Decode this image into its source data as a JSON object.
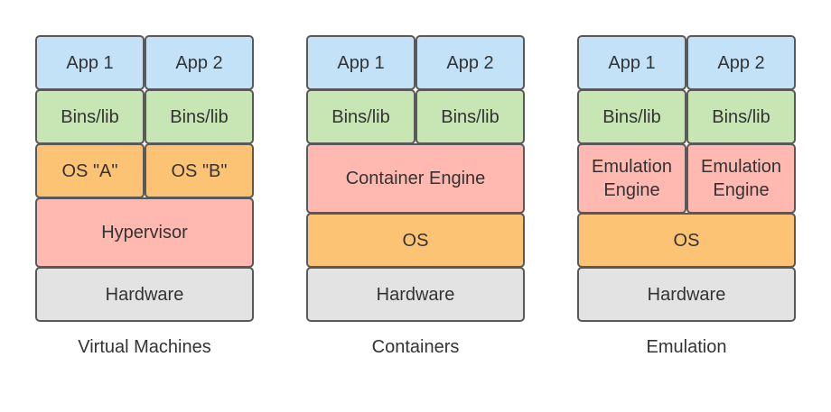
{
  "colors": {
    "app": "#c3e2f7",
    "bins": "#c8e6b4",
    "os": "#fdc374",
    "engine": "#ffb9b1",
    "hardware": "#e3e3e3",
    "border": "#595959",
    "text": "#333333"
  },
  "vm": {
    "caption": "Virtual Machines",
    "app1": "App 1",
    "app2": "App 2",
    "bins1": "Bins/lib",
    "bins2": "Bins/lib",
    "os_a": "OS \"A\"",
    "os_b": "OS \"B\"",
    "hypervisor": "Hypervisor",
    "hardware": "Hardware"
  },
  "containers": {
    "caption": "Containers",
    "app1": "App 1",
    "app2": "App 2",
    "bins1": "Bins/lib",
    "bins2": "Bins/lib",
    "engine": "Container Engine",
    "os": "OS",
    "hardware": "Hardware"
  },
  "emulation": {
    "caption": "Emulation",
    "app1": "App 1",
    "app2": "App 2",
    "bins1": "Bins/lib",
    "bins2": "Bins/lib",
    "engine1": "Emulation\nEngine",
    "engine2": "Emulation\nEngine",
    "os": "OS",
    "hardware": "Hardware"
  }
}
